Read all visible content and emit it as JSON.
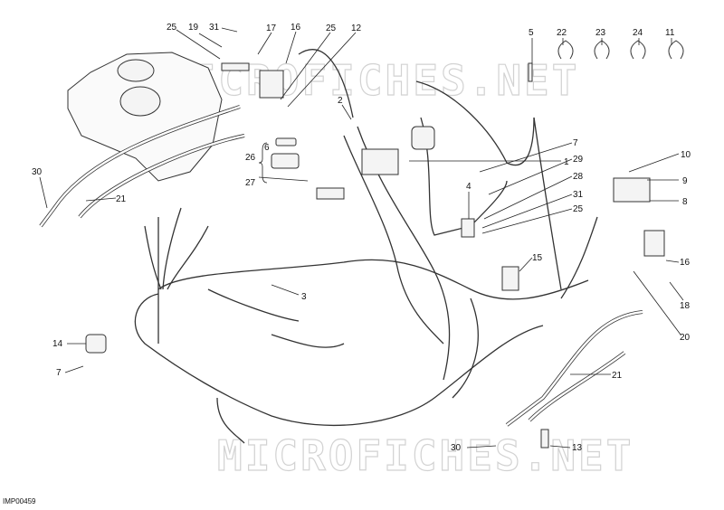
{
  "diagram": {
    "code": "IMP00459",
    "watermark": "MICROFICHES.NET",
    "callouts": [
      "25",
      "19",
      "31",
      "17",
      "16",
      "25",
      "12",
      "5",
      "22",
      "23",
      "24",
      "11",
      "2",
      "6",
      "26",
      "27",
      "1",
      "7",
      "29",
      "28",
      "31",
      "25",
      "10",
      "9",
      "8",
      "4",
      "30",
      "21",
      "3",
      "15",
      "16",
      "18",
      "20",
      "14",
      "7",
      "21",
      "30",
      "13"
    ]
  }
}
